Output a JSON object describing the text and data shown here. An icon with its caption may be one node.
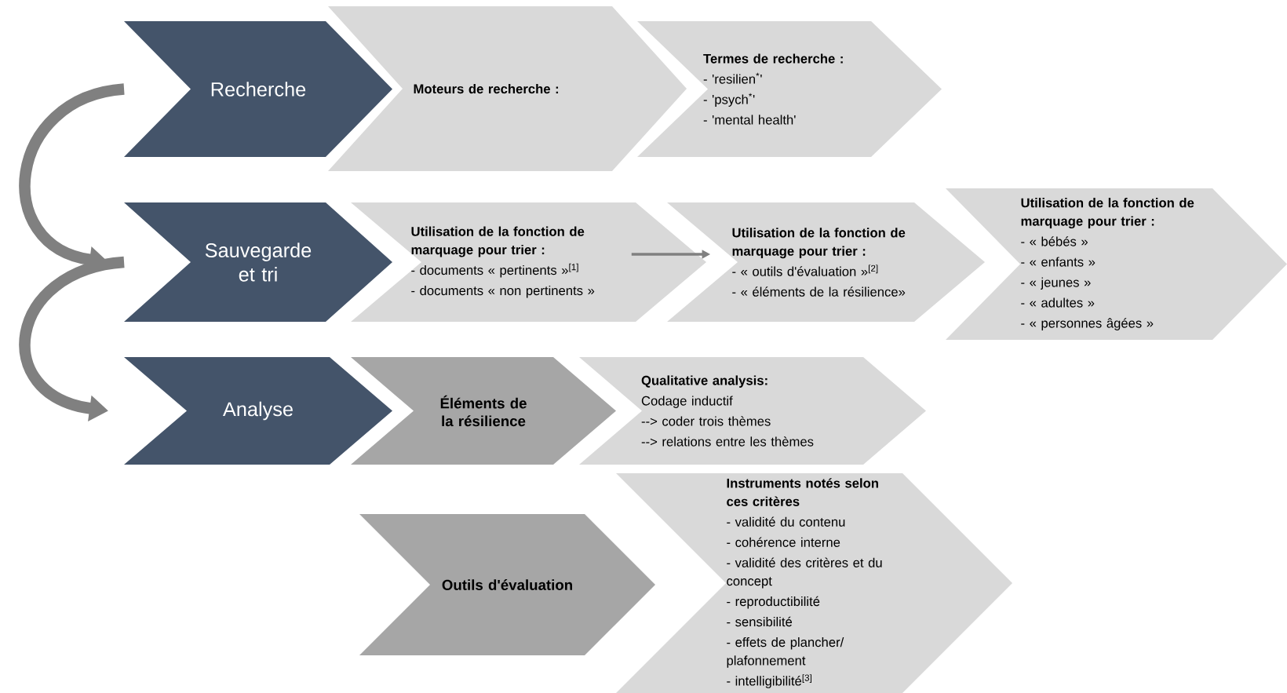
{
  "diagram": {
    "nodes": [
      {
        "text": [
          "Recherche"
        ]
      },
      {
        "text": [
          "Moteurs de recherche :"
        ]
      },
      {
        "text": [
          "Termes de recherche :",
          "- 'resilien$^{*}$'",
          "- 'psych$^{*}$'",
          "- 'mental health'"
        ]
      },
      {
        "text": [
          "Sauvegarde et tri"
        ]
      },
      {
        "text": [
          "Utilisation de la fonction de marquage pour trier :",
          "- documents « pertinents »$^{[1]}$",
          "- documents « non pertinents »"
        ]
      },
      {
        "text": [
          "Utilisation de la fonction de marquage pour trier :",
          "- « outils d'évaluation »$^{[2]}$",
          "- « éléments de la résilience»"
        ]
      },
      {
        "text": [
          "Utilisation de la fonction de marquage pour trier :",
          "- « bébés »",
          "- « enfants »",
          "- « jeunes »",
          "- « adultes »",
          "- « personnes âgées »"
        ]
      },
      {
        "text": [
          "Analyse"
        ]
      },
      {
        "text": [
          "Éléments de la résilience"
        ]
      },
      {
        "text": [
          "Qualitative analysis:",
          "Codage inductif",
          "--> coder trois thèmes",
          "--> relations entre les thèmes"
        ]
      },
      {
        "text": [
          "Outils d'évaluation"
        ]
      },
      {
        "text": [
          "Instruments notés selon ces critères",
          "- validité du contenu",
          "- cohérence interne",
          "- validité des critères et du concept",
          "- reproductibilité",
          "- sensibilité",
          "- effets de plancher/ plafonnement",
          "- intelligibilité$^{[3]}$"
        ]
      }
    ],
    "edges": [
      {
        "from": 0,
        "to": 3,
        "arrow": "to"
      },
      {
        "from": 3,
        "to": 7,
        "arrow": "to"
      },
      {
        "from": 4,
        "to": 5,
        "arrow": "to"
      }
    ]
  }
}
